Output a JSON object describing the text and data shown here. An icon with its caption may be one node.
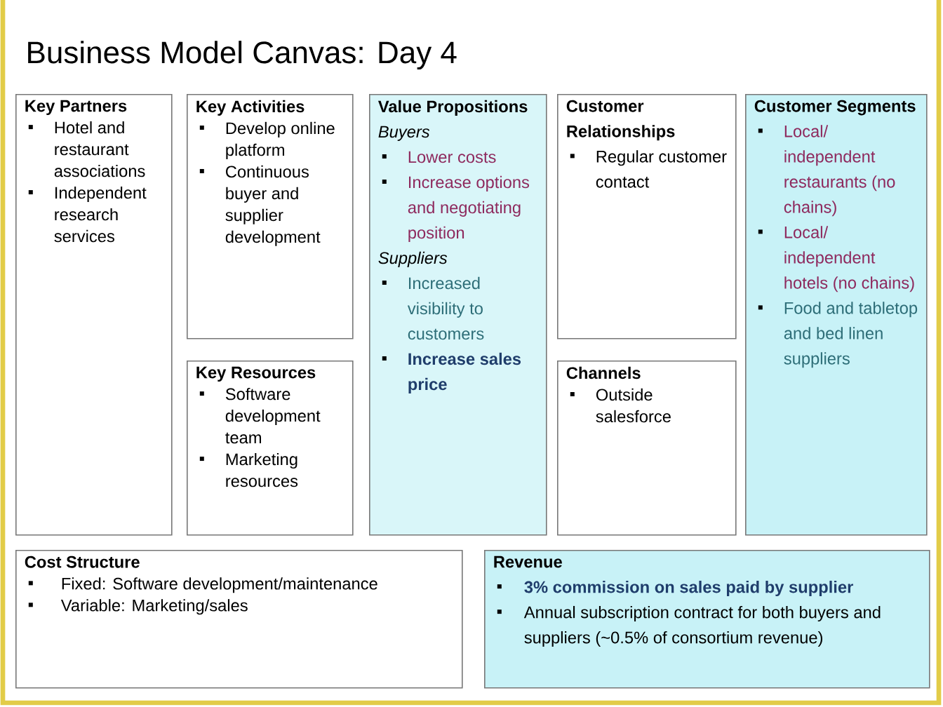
{
  "diagram": {
    "title": "Business Model Canvas: Day 4",
    "nodes": [
      {
        "text": [
          "Key Partners",
          "Hotel and restaurant associations",
          "Independent research services"
        ]
      },
      {
        "text": [
          "Key Activities",
          "Develop online platform",
          "Continuous buyer and supplier development"
        ]
      },
      {
        "text": [
          "Key Resources",
          "Software development team",
          "Marketing resources"
        ]
      },
      {
        "text": [
          "Value Propositions",
          "Buyers",
          "Lower costs",
          "Increase options and negotiating position",
          "Suppliers",
          "Increased visibility to customers",
          "Increase sales price"
        ]
      },
      {
        "text": [
          "Customer Relationships",
          "Regular customer contact"
        ]
      },
      {
        "text": [
          "Channels",
          "Outside salesforce"
        ]
      },
      {
        "text": [
          "Customer Segments",
          "Local/ independent restaurants (no chains)",
          "Local/ independent hotels (no chains)",
          "Food and tabletop and bed linen suppliers"
        ]
      },
      {
        "text": [
          "Cost Structure",
          "Fixed: Software development/maintenance",
          "Variable: Marketing/sales"
        ]
      },
      {
        "text": [
          "Revenue",
          "3% commission on sales paid by supplier",
          "Annual subscription contract for both buyers and suppliers (~0.5% of consortium revenue)"
        ]
      }
    ]
  }
}
